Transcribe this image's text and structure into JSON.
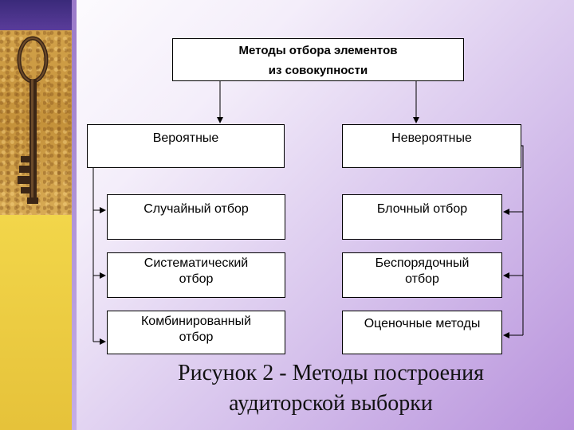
{
  "diagram": {
    "title_lines": [
      "Методы отбора элементов",
      "из совокупности"
    ],
    "categories": {
      "left": "Вероятные",
      "right": "Невероятные"
    },
    "left_methods": [
      [
        "Случайный отбор"
      ],
      [
        "Систематический",
        "отбор"
      ],
      [
        "Комбинированный",
        "отбор"
      ]
    ],
    "right_methods": [
      [
        "Блочный отбор"
      ],
      [
        "Беспорядочный",
        "отбор"
      ],
      [
        "Оценочные методы"
      ]
    ],
    "caption_lines": [
      "Рисунок 2 - Методы построения",
      "аудиторской выборки"
    ]
  },
  "decor": {
    "left_image": "key-icon",
    "colors": {
      "background_gradient_end": "#b892dc",
      "left_panel_sand": "#c79a3c",
      "left_panel_gold": "#f2d64a",
      "box_border": "#000000"
    }
  }
}
